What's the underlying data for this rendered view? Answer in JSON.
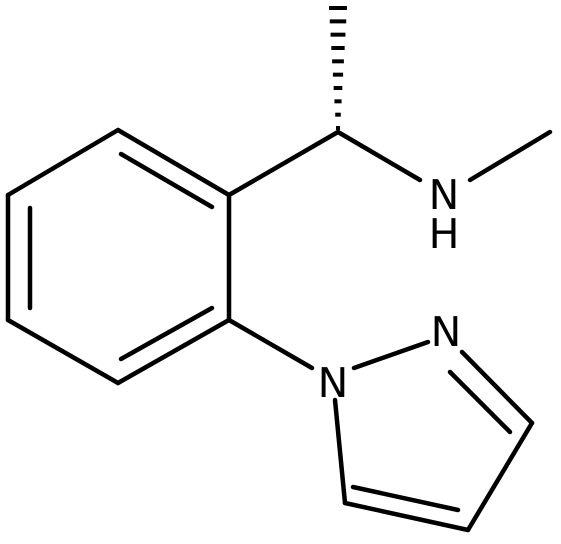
{
  "structure": {
    "atoms": [
      {
        "id": "n-amine",
        "label": "N"
      },
      {
        "id": "h-amine",
        "label": "H"
      },
      {
        "id": "n1-pyrazole",
        "label": "N"
      },
      {
        "id": "n2-pyrazole",
        "label": "N"
      }
    ],
    "colors": {
      "bond": "#000000",
      "background": "#ffffff"
    }
  }
}
